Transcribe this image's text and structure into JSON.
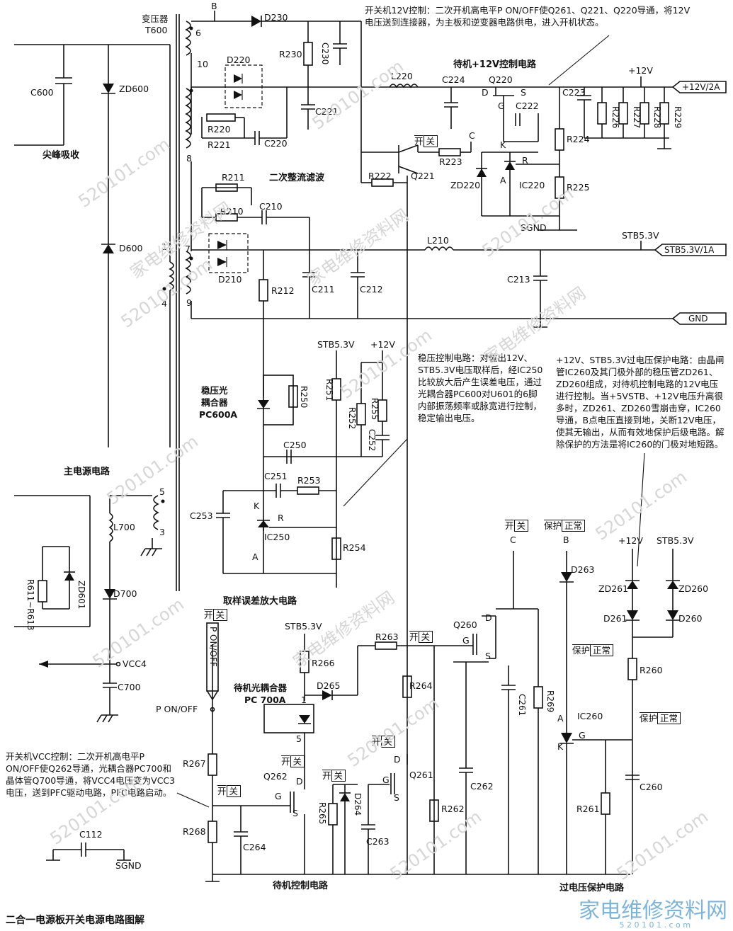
{
  "caption": "二合一电源板开关电源电路图解",
  "sections": {
    "spike": "尖峰吸收",
    "main_power": "主电源电路",
    "sec_rect": "二次整流滤波",
    "standby_12v": "待机+12V控制电路",
    "sampling": "取样误差放大电路",
    "standby_ctrl": "待机控制电路",
    "ovp": "过电压保护电路"
  },
  "transformer": {
    "name": "变压器",
    "ref": "T600"
  },
  "components": [
    "C600",
    "ZD600",
    "D600",
    "D230",
    "R230",
    "C230",
    "D220",
    "C221",
    "R220",
    "R221",
    "C220",
    "L220",
    "C224",
    "Q220",
    "C222",
    "C223",
    "R226",
    "R227",
    "R228",
    "R229",
    "R224",
    "R225",
    "R222",
    "Q221",
    "R223",
    "ZD220",
    "IC220",
    "R211",
    "R210",
    "C210",
    "D210",
    "R212",
    "C211",
    "C212",
    "L210",
    "C213",
    "R251",
    "R250",
    "R252",
    "R255",
    "C252",
    "C250",
    "C251",
    "R253",
    "C253",
    "IC250",
    "R254",
    "L700",
    "D700",
    "C700",
    "R611~R613",
    "ZD601",
    "R266",
    "D265",
    "R263",
    "Q260",
    "C261",
    "R269",
    "R264",
    "Q261",
    "C262",
    "R262",
    "R265",
    "D264",
    "C263",
    "Q262",
    "R267",
    "R268",
    "C264",
    "D263",
    "ZD261",
    "ZD260",
    "D261",
    "D260",
    "R260",
    "IC260",
    "C260",
    "R261",
    "C112"
  ],
  "pins": [
    "6",
    "10",
    "8",
    "7",
    "9",
    "1",
    "4",
    "5",
    "3"
  ],
  "pin_letters": [
    "B",
    "C",
    "D",
    "G",
    "S",
    "K",
    "R",
    "A"
  ],
  "nets": {
    "v12": "+12V",
    "stb": "STB5.3V",
    "sgnd": "SGND",
    "vcc4": "VCC4",
    "ponoff": "P ON/OFF",
    "ponoff_v": "P ON/OFF"
  },
  "ports": {
    "out12": "+12V/2A",
    "outstb": "STB5.3V/1A",
    "gnd": "GND"
  },
  "optos": {
    "pc600a": [
      "稳压光",
      "耦合器",
      "PC600A"
    ],
    "pc700a": [
      "待机光耦合器",
      "PC 700A"
    ]
  },
  "states": {
    "on": "开",
    "off": "关",
    "protect": "保护",
    "normal": "正常"
  },
  "notes": {
    "n12v": "开关机12V控制：二次开机高电平P ON/OFF使Q261、Q221、Q220导通，将12V电压送到连接器，为主板和逆变器电路供电，进入开机状态。",
    "nreg": "稳压控制电路：对输出12V、STB5.3V电压取样后，经IC250比较放大后产生误差电压，通过光耦合器PC600对U601的6脚内部振荡频率或脉宽进行控制，稳定输出电压。",
    "novp": "+12V、STB5.3V过电压保护电路：由晶闸管IC260及其门极外部的稳压管ZD261、ZD260组成，对待机控制电路的12V电压进行控制。当+5VSTB、+12V电压升高很多时，ZD261、ZD260雪崩击穿，IC260导通，B点电压直接到地，关断12V电压，使其无输出，从而有效地保护后级电路。解除保护的方法是将IC260的门极对地短路。",
    "nvcc": "开关机VCC控制：二次开机高电平P ON/OFF使Q262导通，光耦合器PC700和晶体管Q700导通，将VCC4电压变为VCC3电压，送到PFC驱动电路，PFC电路启动。"
  },
  "watermark": {
    "site_cn": "家电维修资料网",
    "site_num": "520101.com",
    "logo": "家电维修资料网",
    "logo_sub": "5 2 0 1 0 1 . c o m"
  }
}
